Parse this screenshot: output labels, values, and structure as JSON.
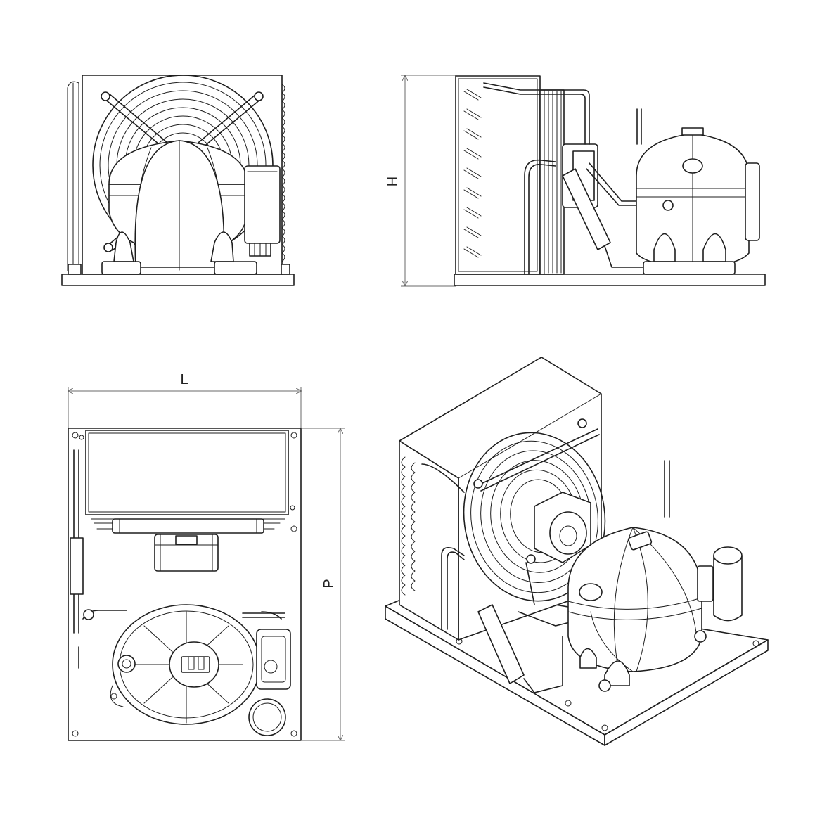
{
  "dimensions": {
    "height_label": "H",
    "length_label": "L",
    "depth_label": "P"
  },
  "colors": {
    "line": "#1e1e1e",
    "dimension_line": "#6a6a6a",
    "background": "#ffffff"
  }
}
